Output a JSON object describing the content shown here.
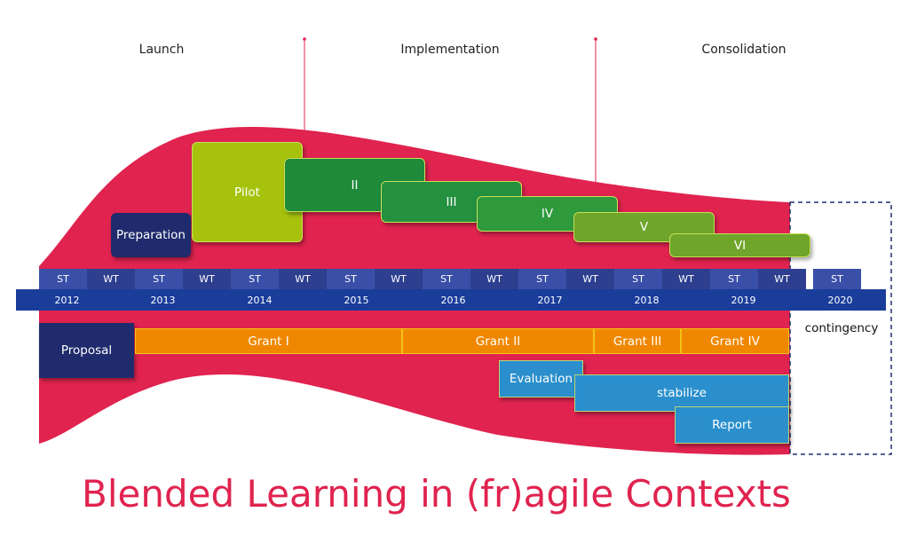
{
  "phases": {
    "launch": "Launch",
    "implementation": "Implementation",
    "consolidation": "Consolidation"
  },
  "stages": {
    "preparation": "Preparation",
    "pilot": "Pilot",
    "ii": "II",
    "iii": "III",
    "iv": "IV",
    "v": "V",
    "vi": "VI"
  },
  "semesters": [
    "ST",
    "WT",
    "ST",
    "WT",
    "ST",
    "WT",
    "ST",
    "WT",
    "ST",
    "WT",
    "ST",
    "WT",
    "ST",
    "WT",
    "ST",
    "WT",
    "ST"
  ],
  "years": [
    "2012",
    "2013",
    "2014",
    "2015",
    "2016",
    "2017",
    "2018",
    "2019",
    "2020"
  ],
  "funding": {
    "proposal": "Proposal",
    "grant1": "Grant I",
    "grant2": "Grant II",
    "grant3": "Grant III",
    "grant4": "Grant IV"
  },
  "activities": {
    "evaluation": "Evaluation",
    "stabilize": "stabilize",
    "report": "Report"
  },
  "contingency": "contingency",
  "title": "Blended Learning in (fr)agile Contexts",
  "colors": {
    "magenta": "#e0234f",
    "navy": "#1f2b6c",
    "lime": "#a6c20d",
    "dark_green": "#1e8a3a",
    "mid_green": "#2f9a3c",
    "olive_green": "#6ea52a",
    "orange": "#ef8800",
    "blue": "#2a8fcc",
    "year_bar": "#1a3d9a"
  }
}
